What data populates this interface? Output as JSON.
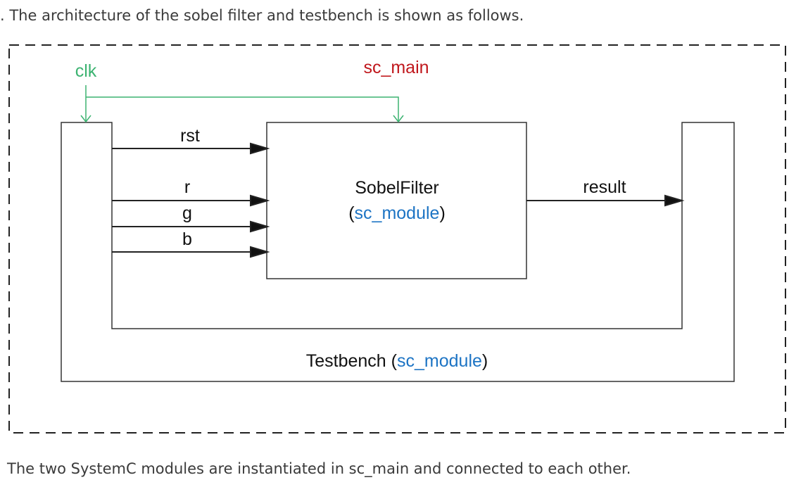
{
  "text": {
    "intro": ". The architecture of the sobel filter and testbench is shown as follows.",
    "outro": "The two SystemC modules are instantiated in sc_main and connected to each other."
  },
  "diagram": {
    "sc_main_label": "sc_main",
    "clk_label": "clk",
    "signals": {
      "rst": "rst",
      "r": "r",
      "g": "g",
      "b": "b",
      "result": "result"
    },
    "sobel": {
      "name": "SobelFilter",
      "open_paren": "(",
      "type": "sc_module",
      "close_paren": ")"
    },
    "testbench": {
      "name": "Testbench (",
      "type": "sc_module",
      "close_paren": ")"
    }
  },
  "colors": {
    "clock_wire": "#3cb371",
    "sc_main_label": "#c0171c",
    "module_type": "#1d74c4",
    "lines": "#222222"
  }
}
